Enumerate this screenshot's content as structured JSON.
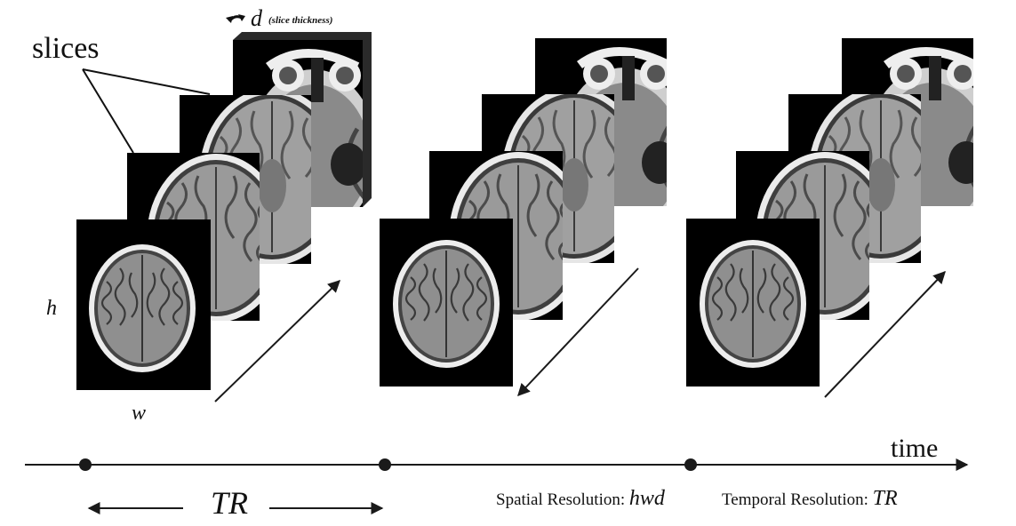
{
  "labels": {
    "slices": "slices",
    "d_symbol": "d",
    "slice_thickness": "(slice thickness)",
    "h": "h",
    "w": "w",
    "time": "time",
    "tr": "TR"
  },
  "resolution": {
    "spatial_label": "Spatial Resolution:",
    "spatial_value": "hwd",
    "temporal_label": "Temporal Resolution:",
    "temporal_value": "TR"
  },
  "volumes": [
    {
      "slices": 4,
      "acquisition_direction": "bottom-to-top"
    },
    {
      "slices": 4,
      "acquisition_direction": "top-to-bottom"
    },
    {
      "slices": 4,
      "acquisition_direction": "bottom-to-top"
    }
  ],
  "colors": {
    "slice_background": "#000000",
    "line": "#1a1a1a",
    "skull": "#e8e8e8",
    "brain": "#8a8a8a"
  }
}
